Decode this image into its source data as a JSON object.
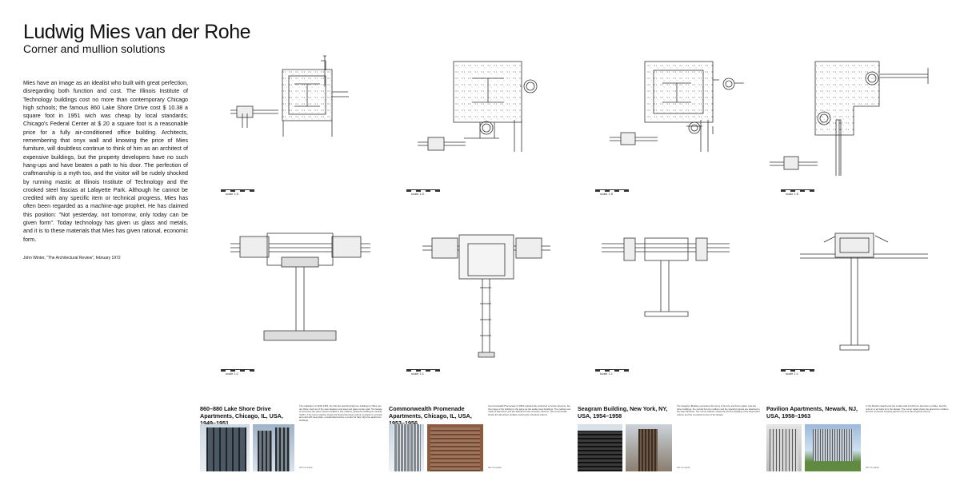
{
  "header": {
    "title": "Ludwig Mies van der Rohe",
    "subtitle": "Corner and mullion solutions"
  },
  "intro": {
    "text": "Mies have an image as an idealist who built with great perfection, disregarding both function and cost. The Illinois Institute of Technology buildings cost no more than contemporary Chicago high schools; the famous 860 Lake Shore Drive cost $ 10.38 a square foot in 1951 wich was cheap by local standards; Chicago's Federal Center at $ 20 a square foot is a reasonable price for a fully air-conditioned office building. Architects, remembering that onyx wall and knowing the price of Mies furniture, will doubtless continue to think of him as an architect of expensive buildings, but the property developers have no such hang-ups and have beaten a path to his door. The perfection of craftmanship is a myth too, and the visitor will be rudely shocked by running mastic at Illinois Institute of Technology and the crooked steel fascias at Lafayette Park. Although he cannot be credited with any specific item or technical progress, Mies has often been regarded as a machine-age prophet. He has claimed this position: \"Not yesterday, not tomorrow, only today can be given form\". Today technology has given us glass and metals, and it is to these materials that Mies has given rational, economic form.",
    "citation": "John Winter, \"The Architectural Review\", february 1972"
  },
  "scales": {
    "corner": "scale 1:5",
    "mullion": "scale 1:1"
  },
  "projects": [
    {
      "title": "860–880 Lake Shore Drive Apartments, Chicago, IL, USA, 1949–1951",
      "text": "The realisation of 1949–1951, the first two standing high-rise buildings by Mies van der Rohe, built out of the steel skeleton and steel and glass curtain wall. The facade is formed by the steel I-beams welded to the mullions, giving the building its vertical rhythm. The corner solution shows the fireproofed steel column encased in concrete and clad with steel plate, a detail that became a model for later high-rise apartment buildings.",
      "credit": "foto: hb.nu/pub"
    },
    {
      "title": "Commonwealth Promenade Apartments, Chicago, IL, USA, 1953–1956",
      "text": "Commonwealth Promenade of 1953 replaced the reinforced concrete structure, but the image of the building is the same as the earlier steel buildings. The mullions are made of aluminium and are attached to the concrete columns. The corner detail shows the aluminium profiles covering the structural column.",
      "credit": "foto: hb.nu/pub"
    },
    {
      "title": "Seagram Building, New York, NY, USA, 1954–1958",
      "text": "The Seagram Building expresses the luxury of bronze and brown glass. Like the other buildings, the vertical bronze mullions and the spandrel panels are attached to the steel structure. The corner solution shows the bronze cladding of the fireproofed column and the re-entrant corner of the facade.",
      "credit": "foto: hb.nu/pub"
    },
    {
      "title": "Pavilion Apartments, Newark, NJ, USA, 1958–1963",
      "text": "In the Pavilion Apartments the curtain wall is built from aluminium profiles, and the column is set back from the facade. The corner detail shows the aluminium mullions and the convector housing placed in front of the structural column.",
      "credit": "foto: hb.nu/pub"
    }
  ]
}
